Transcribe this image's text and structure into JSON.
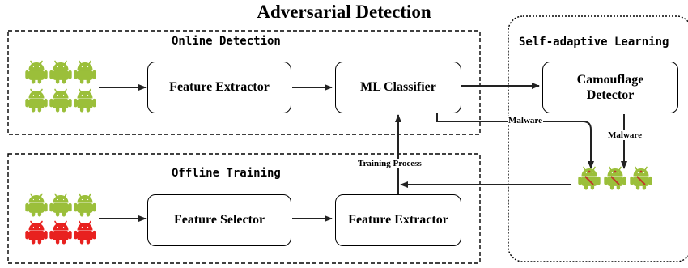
{
  "title": "Adversarial Detection",
  "panels": {
    "online": "Online Detection",
    "offline": "Offline Training",
    "adaptive": "Self-adaptive Learning"
  },
  "nodes": {
    "online_feature_extractor": "Feature Extractor",
    "ml_classifier": "ML Classifier",
    "camouflage_detector": "Camouflage\nDetector",
    "feature_selector": "Feature Selector",
    "offline_feature_extractor": "Feature Extractor"
  },
  "edge_labels": {
    "malware_left": "Malware",
    "malware_right": "Malware",
    "training_process": "Training Process"
  },
  "colors": {
    "benign_android": "#9bbf3a",
    "malicious_android": "#e8211f",
    "mark_line": "#c0392b"
  },
  "icons": {
    "benign_app": "android-green-icon",
    "malware_app": "android-red-icon",
    "camouflaged_app": "android-marked-icon"
  }
}
